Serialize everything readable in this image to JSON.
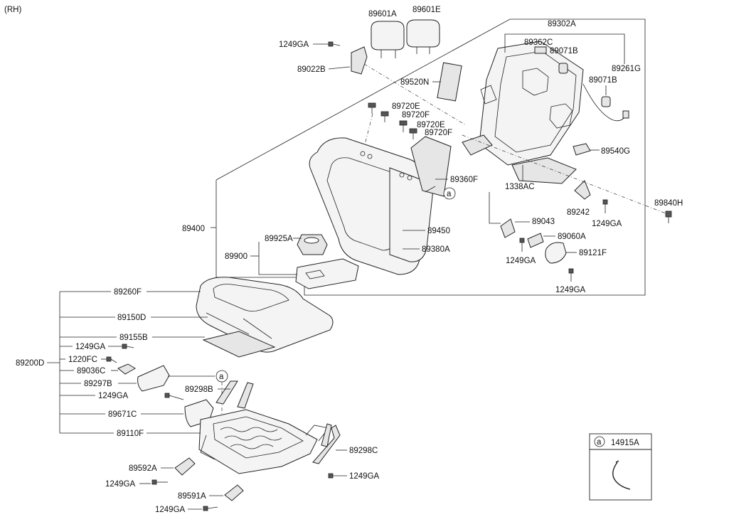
{
  "header": {
    "side_label": "(RH)"
  },
  "callouts": {
    "c89601A": "89601A",
    "c89601E": "89601E",
    "c1249GA_top": "1249GA",
    "c89022B": "89022B",
    "c89302A": "89302A",
    "c89362C": "89362C",
    "c89071B_a": "89071B",
    "c89261G": "89261G",
    "c89071B_b": "89071B",
    "c89520N": "89520N",
    "c89720E_a": "89720E",
    "c89720F_a": "89720F",
    "c89720E_b": "89720E",
    "c89720F_b": "89720F",
    "c89540G": "89540G",
    "c89360F": "89360F",
    "c1338AC": "1338AC",
    "c89840H": "89840H",
    "c89242": "89242",
    "c1249GA_r1": "1249GA",
    "c89400": "89400",
    "c89450": "89450",
    "c89043": "89043",
    "c89925A": "89925A",
    "c89060A": "89060A",
    "c89380A": "89380A",
    "c89121F": "89121F",
    "c1249GA_r2": "1249GA",
    "c89900": "89900",
    "c1249GA_r3": "1249GA",
    "c89260F": "89260F",
    "c89150D": "89150D",
    "c89155B": "89155B",
    "c1249GA_l1": "1249GA",
    "c89200D": "89200D",
    "c1220FC": "1220FC",
    "c89036C": "89036C",
    "c89297B": "89297B",
    "c89298B": "89298B",
    "c1249GA_l2": "1249GA",
    "c89671C": "89671C",
    "c89110F": "89110F",
    "c89298C": "89298C",
    "c89592A": "89592A",
    "c1249GA_l3": "1249GA",
    "c1249GA_l4": "1249GA",
    "c89591A": "89591A",
    "c1249GA_l5": "1249GA"
  },
  "ref_markers": {
    "a1": "a",
    "a2": "a"
  },
  "legend_box": {
    "marker": "a",
    "part_no": "14915A"
  }
}
